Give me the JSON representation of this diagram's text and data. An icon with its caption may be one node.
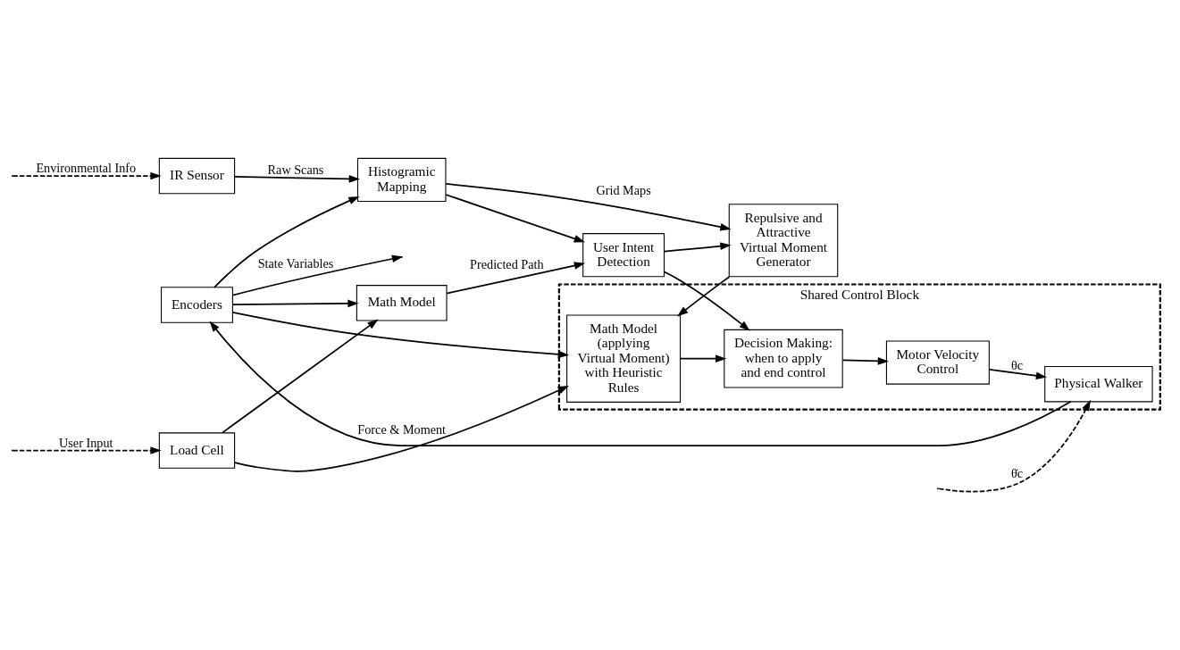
{
  "diagram": {
    "nodes": [
      {
        "text": [
          "Shared Control Block"
        ]
      },
      {
        "text": [
          "Load Cell"
        ]
      },
      {
        "text": [
          "Math Model"
        ]
      },
      {
        "text": [
          "User Intent Detection"
        ]
      },
      {
        "text": [
          "Decision Making: when to apply and end control"
        ],
        "in": 0
      },
      {
        "text": [
          "IR Sensor"
        ]
      },
      {
        "text": [
          "Histogramic Mapping"
        ]
      },
      {
        "text": [
          "Repulsive and Attractive Virtual Moment Generator"
        ]
      },
      {
        "text": [
          "Math Model (applying Virtual Moment) with Heuristic Rules"
        ],
        "in": 0
      },
      {
        "text": [
          "Motor Velocity Control"
        ],
        "in": 0
      },
      {
        "text": [
          "Physical Walker"
        ],
        "in": 0
      },
      {
        "text": [
          "Encoders"
        ]
      }
    ],
    "edges": [
      {
        "from": null,
        "to": 1,
        "arrow": "to",
        "label": "User Input",
        "style": "dashed"
      },
      {
        "from": 1,
        "to": 2,
        "arrow": "to"
      },
      {
        "from": 1,
        "to": 8,
        "arrow": "to",
        "label": "Force & Moment"
      },
      {
        "from": 11,
        "to": 2,
        "arrow": "to"
      },
      {
        "from": 2,
        "to": 3,
        "arrow": "to",
        "label": "Predicted Path"
      },
      {
        "from": 6,
        "to": 3,
        "arrow": "to"
      },
      {
        "from": 3,
        "to": 4,
        "arrow": "to"
      },
      {
        "from": 3,
        "to": 7,
        "arrow": "to"
      },
      {
        "from": null,
        "to": 5,
        "arrow": "to",
        "label": "Environmental Info",
        "style": "dashed"
      },
      {
        "from": 5,
        "to": 6,
        "arrow": "to",
        "label": "Raw Scans"
      },
      {
        "from": 11,
        "to": 6,
        "arrow": "to"
      },
      {
        "from": 6,
        "to": 7,
        "arrow": "to",
        "label": "Grid Maps"
      },
      {
        "from": 7,
        "to": 8,
        "arrow": "to"
      },
      {
        "from": 11,
        "to": 8,
        "arrow": "to"
      },
      {
        "from": 8,
        "to": 4,
        "arrow": "to"
      },
      {
        "from": 4,
        "to": 9,
        "arrow": "to"
      },
      {
        "from": 9,
        "to": 10,
        "arrow": "to",
        "label": "θc"
      },
      {
        "from": null,
        "to": 10,
        "arrow": "to",
        "label": "θ̇c",
        "style": "dashed"
      },
      {
        "from": 10,
        "to": 11,
        "arrow": "to"
      },
      {
        "from": 11,
        "to": null,
        "arrow": "to",
        "label": "State Variables"
      }
    ]
  }
}
